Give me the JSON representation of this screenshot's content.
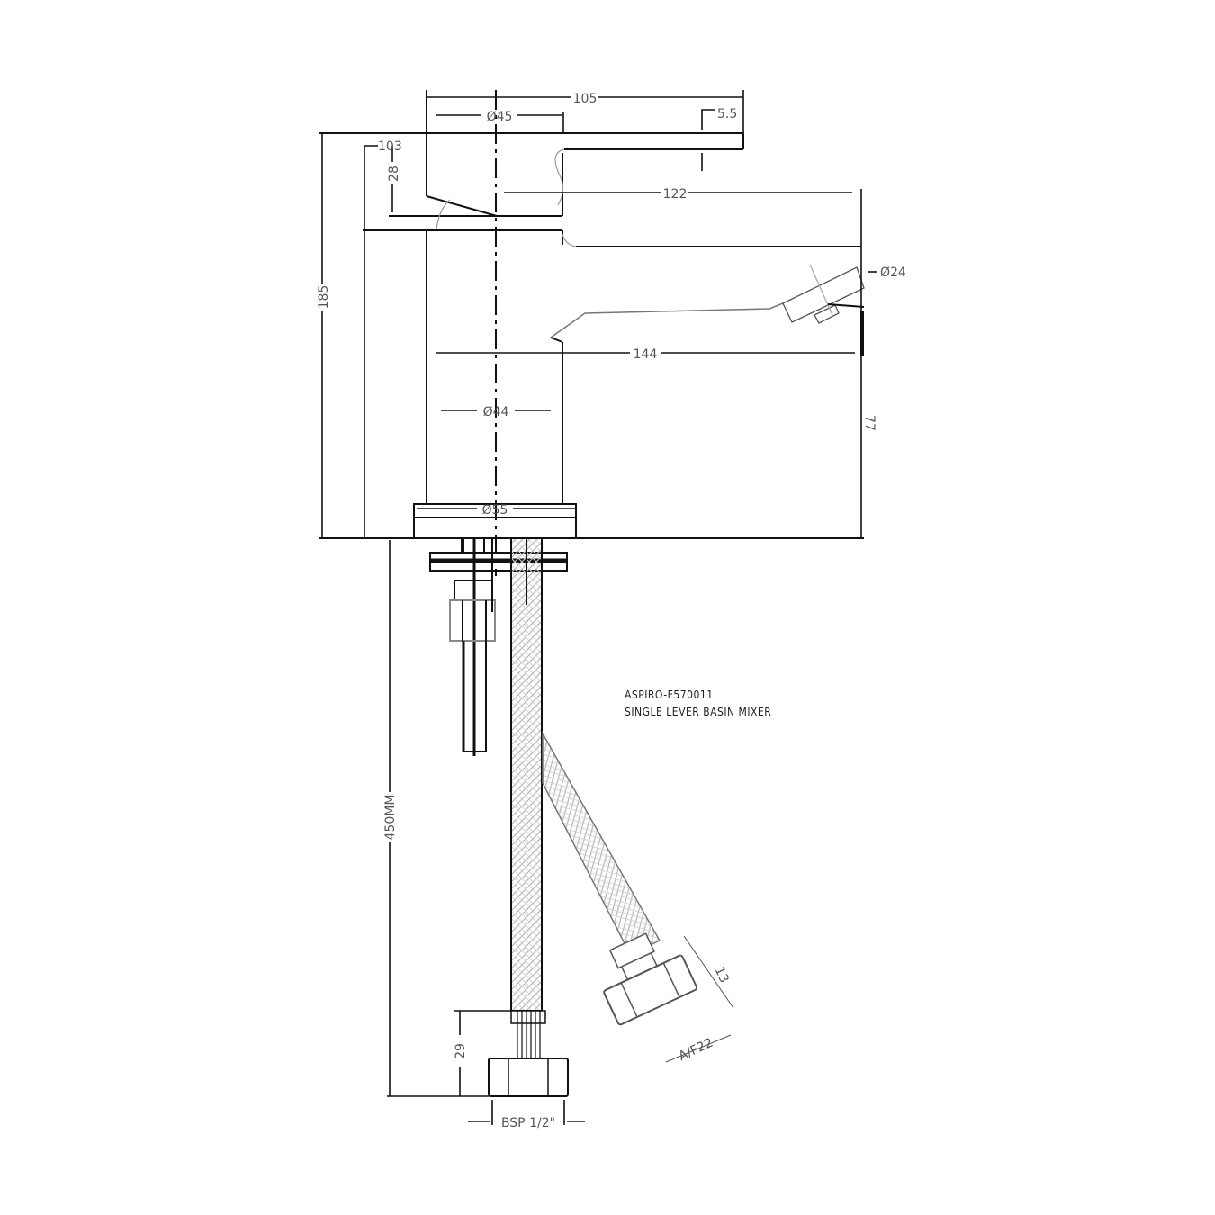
{
  "drawing": {
    "title_line1": "ASPIRO-F570011",
    "title_line2": "SINGLE LEVER BASIN MIXER",
    "colors": {
      "line": "#111111",
      "dim_line": "#222222",
      "dim_text": "#555555",
      "hatch": "#c8c8c8"
    }
  },
  "dimensions": {
    "lever_length": "105",
    "lever_dia": "Ø45",
    "lever_thickness": "5.5",
    "lever_height": "103",
    "lever_angle_offset": "28",
    "spout_reach_top": "122",
    "aerator_dia": "Ø24",
    "total_height": "185",
    "spout_reach": "144",
    "body_dia": "Ø44",
    "spout_height": "77",
    "base_dia": "Ø55",
    "hose_length": "450MM",
    "connector_height": "29",
    "connector_thread": "BSP 1/2\"",
    "nut_width": "A/F22",
    "nut_height": "13"
  }
}
